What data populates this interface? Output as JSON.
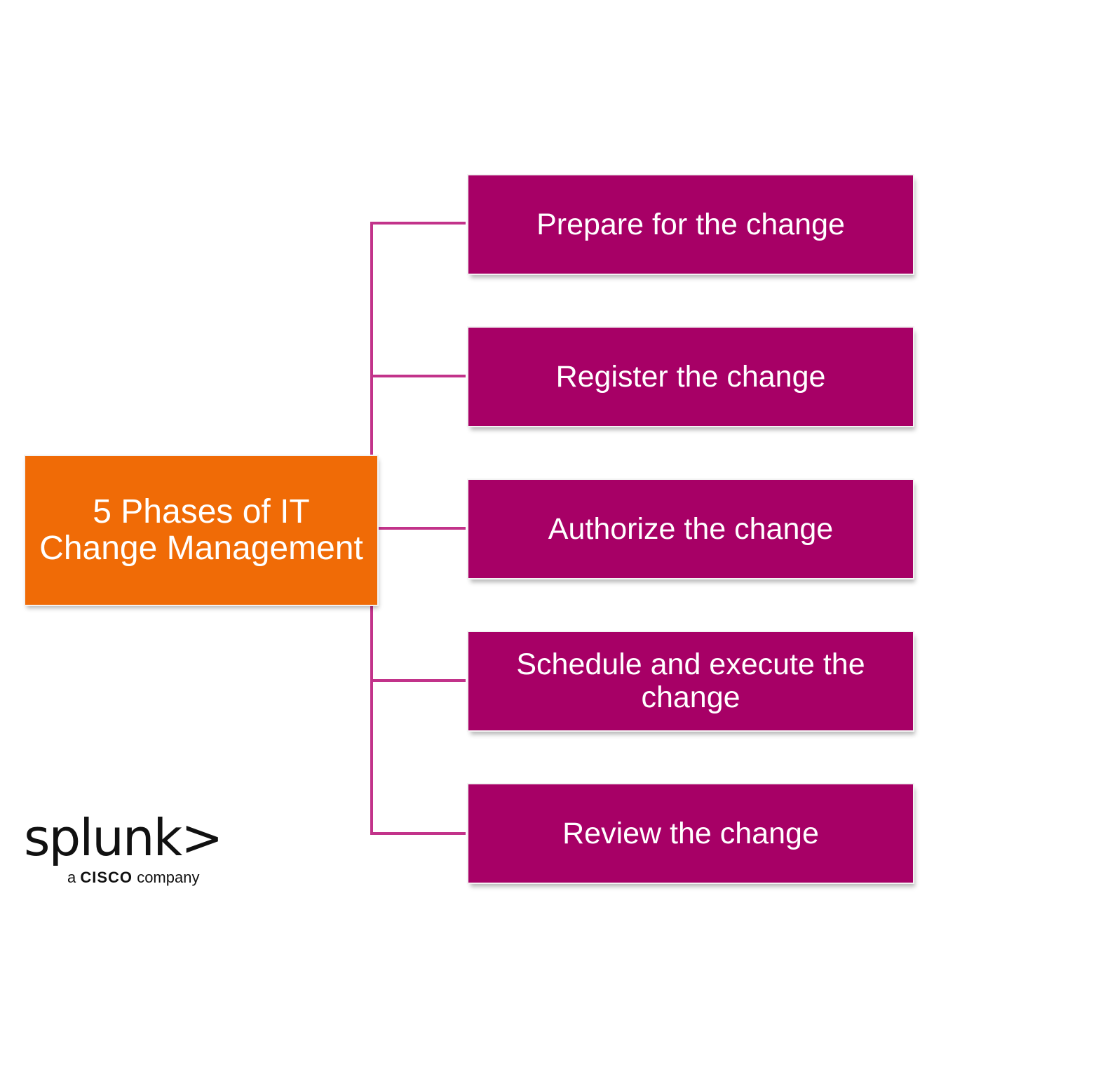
{
  "diagram": {
    "root": {
      "title": "5 Phases of IT Change Management",
      "color": "#f06b06"
    },
    "phases": [
      {
        "label": "Prepare for the change"
      },
      {
        "label": "Register the change"
      },
      {
        "label": "Authorize the change"
      },
      {
        "label": "Schedule and execute the change"
      },
      {
        "label": "Review the change"
      }
    ],
    "phase_color": "#a70066",
    "connector_color": "#c2338a"
  },
  "logo": {
    "wordmark": "splunk>",
    "tagline_prefix": "a",
    "tagline_brand": "CISCO",
    "tagline_suffix": "company"
  }
}
